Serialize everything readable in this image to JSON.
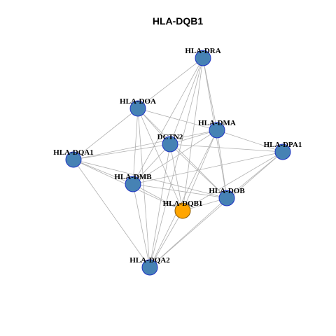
{
  "title": "HLA-DQB1",
  "colors": {
    "node_fill": "#4682B4",
    "node_stroke": "#1f33c4",
    "focus_fill": "#FFA500",
    "focus_stroke": "#8a5a00",
    "edge": "#b0b0b0",
    "background": "#ffffff"
  },
  "nodes": [
    {
      "id": "HLA-DRA",
      "label": "HLA-DRA",
      "focus": false
    },
    {
      "id": "HLA-DOA",
      "label": "HLA-DOA",
      "focus": false
    },
    {
      "id": "HLA-DMA",
      "label": "HLA-DMA",
      "focus": false
    },
    {
      "id": "DCTN2",
      "label": "DCTN2",
      "focus": false
    },
    {
      "id": "HLA-DPA1",
      "label": "HLA-DPA1",
      "focus": false
    },
    {
      "id": "HLA-DQA1",
      "label": "HLA-DQA1",
      "focus": false
    },
    {
      "id": "HLA-DMB",
      "label": "HLA-DMB",
      "focus": false
    },
    {
      "id": "HLA-DOB",
      "label": "HLA-DOB",
      "focus": false
    },
    {
      "id": "HLA-DQB1",
      "label": "HLA-DQB1",
      "focus": true
    },
    {
      "id": "HLA-DQA2",
      "label": "HLA-DQA2",
      "focus": false
    }
  ],
  "edges": [
    [
      "HLA-DRA",
      "HLA-DOA"
    ],
    [
      "HLA-DRA",
      "HLA-DMA"
    ],
    [
      "HLA-DRA",
      "DCTN2"
    ],
    [
      "HLA-DRA",
      "HLA-DMB"
    ],
    [
      "HLA-DRA",
      "HLA-DOB"
    ],
    [
      "HLA-DRA",
      "HLA-DQB1"
    ],
    [
      "HLA-DRA",
      "HLA-DQA2"
    ],
    [
      "HLA-DOA",
      "HLA-DMA"
    ],
    [
      "HLA-DOA",
      "DCTN2"
    ],
    [
      "HLA-DOA",
      "HLA-DQA1"
    ],
    [
      "HLA-DOA",
      "HLA-DMB"
    ],
    [
      "HLA-DOA",
      "HLA-DOB"
    ],
    [
      "HLA-DOA",
      "HLA-DQB1"
    ],
    [
      "HLA-DOA",
      "HLA-DQA2"
    ],
    [
      "HLA-DMA",
      "DCTN2"
    ],
    [
      "HLA-DMA",
      "HLA-DPA1"
    ],
    [
      "HLA-DMA",
      "HLA-DQA1"
    ],
    [
      "HLA-DMA",
      "HLA-DMB"
    ],
    [
      "HLA-DMA",
      "HLA-DOB"
    ],
    [
      "HLA-DMA",
      "HLA-DQB1"
    ],
    [
      "HLA-DMA",
      "HLA-DQA2"
    ],
    [
      "DCTN2",
      "HLA-DPA1"
    ],
    [
      "DCTN2",
      "HLA-DQA1"
    ],
    [
      "DCTN2",
      "HLA-DMB"
    ],
    [
      "DCTN2",
      "HLA-DOB"
    ],
    [
      "DCTN2",
      "HLA-DQB1"
    ],
    [
      "DCTN2",
      "HLA-DQA2"
    ],
    [
      "HLA-DPA1",
      "HLA-DMB"
    ],
    [
      "HLA-DPA1",
      "HLA-DOB"
    ],
    [
      "HLA-DPA1",
      "HLA-DQB1"
    ],
    [
      "HLA-DPA1",
      "HLA-DQA2"
    ],
    [
      "HLA-DQA1",
      "HLA-DMB"
    ],
    [
      "HLA-DQA1",
      "HLA-DOB"
    ],
    [
      "HLA-DQA1",
      "HLA-DQB1"
    ],
    [
      "HLA-DQA1",
      "HLA-DQA2"
    ],
    [
      "HLA-DMB",
      "HLA-DOB"
    ],
    [
      "HLA-DMB",
      "HLA-DQB1"
    ],
    [
      "HLA-DMB",
      "HLA-DQA2"
    ],
    [
      "HLA-DOB",
      "HLA-DQB1"
    ],
    [
      "HLA-DOB",
      "HLA-DQA2"
    ],
    [
      "HLA-DQB1",
      "HLA-DQA2"
    ]
  ]
}
